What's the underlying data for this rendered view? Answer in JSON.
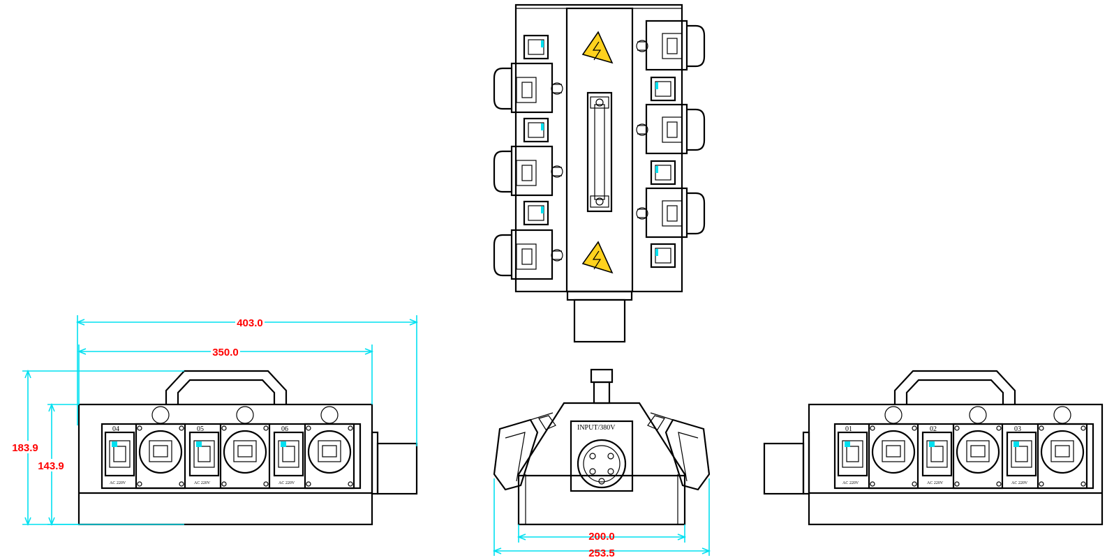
{
  "dimensions": {
    "overall_width": "403.0",
    "body_width": "350.0",
    "overall_height": "183.9",
    "body_height": "143.9",
    "base_width": "200.0",
    "overall_depth": "253.5"
  },
  "input_label": "INPUT/380V",
  "left_view": {
    "channels": [
      {
        "label": "04",
        "rating": "AC 220V"
      },
      {
        "label": "05",
        "rating": "AC 220V"
      },
      {
        "label": "06",
        "rating": "AC 220V"
      }
    ]
  },
  "right_view": {
    "channels": [
      {
        "label": "01",
        "rating": "AC 220V"
      },
      {
        "label": "02",
        "rating": "AC 220V"
      },
      {
        "label": "03",
        "rating": "AC 220V"
      }
    ]
  },
  "colors": {
    "dimension_line": "#00e0f0",
    "dimension_text": "#ff0000",
    "warning": "#ffd21e",
    "indicator": "#00e0f0"
  },
  "icons": [
    "high-voltage-warning-icon",
    "circuit-breaker-icon",
    "socket-icon"
  ]
}
